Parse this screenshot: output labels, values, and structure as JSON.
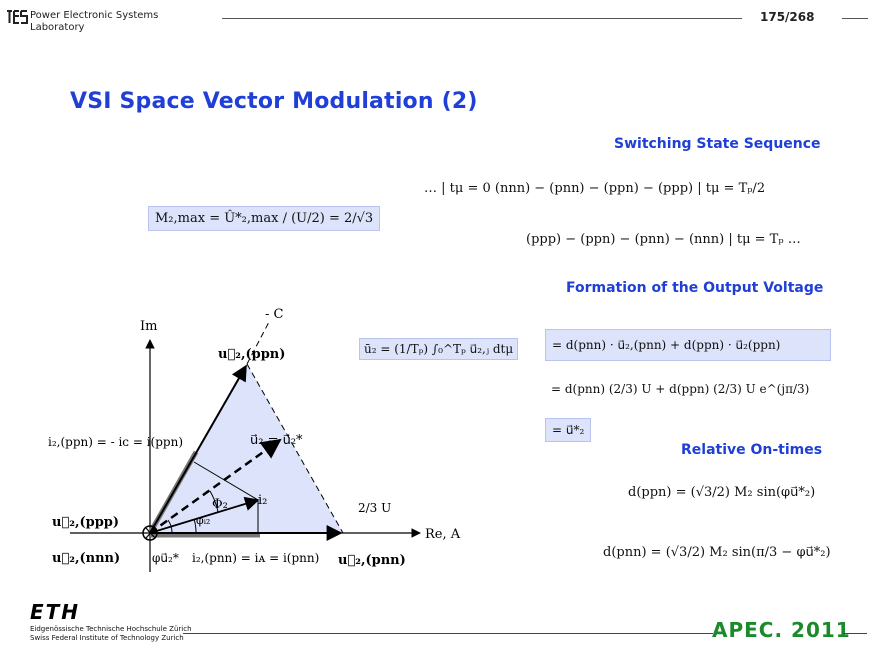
{
  "header": {
    "lab_line1": "Power Electronic Systems",
    "lab_line2": "Laboratory",
    "page": "175/268"
  },
  "title": "VSI Space Vector Modulation  (2)",
  "sections": {
    "switching": "Switching State Sequence",
    "formation": "Formation of the Output Voltage",
    "relative": "Relative On-times"
  },
  "equations": {
    "m2max": "M₂,max = Û*₂,max / (U/2) = 2/√3",
    "seq_line1": "…  | tμ = 0   (nnn) − (pnn) − (ppn) − (ppp) | tμ = Tₚ/2",
    "seq_line2": "(ppp) − (ppn) − (pnn) − (nnn) | tμ = Tₚ   …",
    "u2_lhs": "ū₂ = (1/Tₚ) ∫₀^Tₚ u⃗₂,ⱼ dtμ",
    "u2_eq1": "= d(pnn) · u⃗₂,(pnn) + d(ppn) · u⃗₂(ppn)",
    "u2_eq2": "= d(pnn) (2/3) U + d(ppn) (2/3) U e^(jπ/3)",
    "u2_eq3": "= u⃗*₂",
    "d_ppn": "d(ppn) = (√3/2) M₂ sin(φu⃗*₂)",
    "d_pnn": "d(pnn) = (√3/2) M₂ sin(π/3 − φu⃗*₂)"
  },
  "diagram": {
    "im": "Im",
    "re": "Re, A",
    "minus_c": "- C",
    "u2_ppn": "u⃗₂,(ppn)",
    "u2_ppp": "u⃗₂,(ppp)",
    "u2_nnn": "u⃗₂,(nnn)",
    "u2_pnn": "u⃗₂,(pnn)",
    "u2_ref": "u⃗₂ = u⃗₂*",
    "i2_ppn": "i₂,(ppn) = - iᴄ = i(ppn)",
    "i2_pnn": "i₂,(pnn) = iᴀ = i(pnn)",
    "i2": "i₂",
    "phi2": "Φ₂",
    "phi_i2": "φᵢ₂",
    "phi_u2": "φu⃗₂*",
    "two_thirds_u": "2/3 U"
  },
  "footer": {
    "eth": "ETH",
    "eth_sub1": "Eidgenössische Technische Hochschule Zürich",
    "eth_sub2": "Swiss Federal Institute of Technology Zurich",
    "apec": "APEC. 2011"
  }
}
